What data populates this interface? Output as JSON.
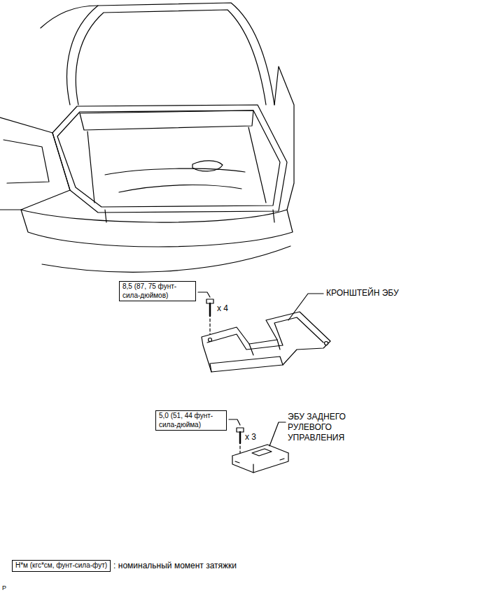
{
  "diagram": {
    "nodes": [
      {
        "text": [
          "8,5 (87, 75 фунт- сила-дюймов)"
        ]
      },
      {
        "text": [
          "5,0 (51, 44 фунт- сила-дюйма)"
        ]
      },
      {
        "text": [
          "Н*м (кгс*см, фунт-сила-фут)"
        ]
      }
    ],
    "labels": [
      "x 4",
      "КРОНШТЕЙН ЭБУ",
      "x 3",
      "ЭБУ ЗАДНЕГО РУЛЕВОГО УПРАВЛЕНИЯ",
      ": номинальный момент затяжки",
      "P"
    ]
  }
}
